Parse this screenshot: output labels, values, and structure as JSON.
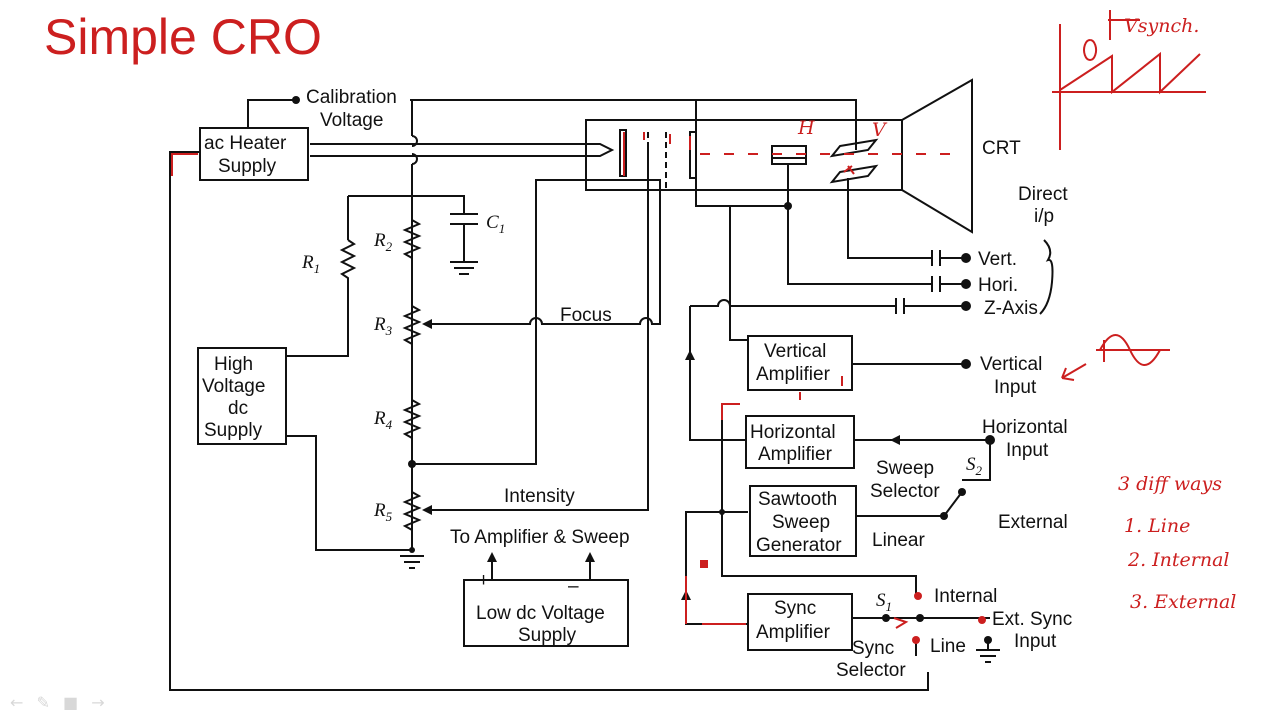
{
  "slide": {
    "title": "Simple CRO"
  },
  "diagram": {
    "labels": {
      "calibration_1": "Calibration",
      "calibration_2": "Voltage",
      "ac_heater_1": "ac Heater",
      "ac_heater_2": "Supply",
      "crt": "CRT",
      "direct_1": "Direct",
      "direct_2": "i/p",
      "vert": "Vert.",
      "hori": "Hori.",
      "zaxis": "Z-Axis",
      "c1": "C",
      "c1_sub": "1",
      "r1": "R",
      "r1_sub": "1",
      "r2": "R",
      "r2_sub": "2",
      "r3": "R",
      "r3_sub": "3",
      "r4": "R",
      "r4_sub": "4",
      "r5": "R",
      "r5_sub": "5",
      "focus": "Focus",
      "intensity": "Intensity",
      "hv_1": "High",
      "hv_2": "Voltage",
      "hv_3": "dc",
      "hv_4": "Supply",
      "vamp_1": "Vertical",
      "vamp_2": "Amplifier",
      "vinput_1": "Vertical",
      "vinput_2": "Input",
      "hamp_1": "Horizontal",
      "hamp_2": "Amplifier",
      "hinput_1": "Horizontal",
      "hinput_2": "Input",
      "sweep_sel_1": "Sweep",
      "sweep_sel_2": "Selector",
      "s2": "S",
      "s2_sub": "2",
      "saw_1": "Sawtooth",
      "saw_2": "Sweep",
      "saw_3": "Generator",
      "linear": "Linear",
      "external": "External",
      "to_amp": "To Amplifier & Sweep",
      "ldc_1": "Low dc Voltage",
      "ldc_2": "Supply",
      "plus": "+",
      "minus": "–",
      "sync_1": "Sync",
      "sync_2": "Amplifier",
      "s1": "S",
      "s1_sub": "1",
      "internal": "Internal",
      "ext_sync_1": "Ext. Sync",
      "ext_sync_2": "Input",
      "line": "Line",
      "sync_sel_1": "Sync",
      "sync_sel_2": "Selector"
    },
    "annotations": {
      "h": "H",
      "v": "V",
      "sync_note": "Vsynch.",
      "ways_title": "3 diff ways",
      "way_1": "1. Line",
      "way_2": "2. Internal",
      "way_3": "3. External"
    }
  },
  "colors": {
    "title": "#cc1f1f",
    "annotation": "#cc1f1f",
    "ink": "#111111"
  }
}
